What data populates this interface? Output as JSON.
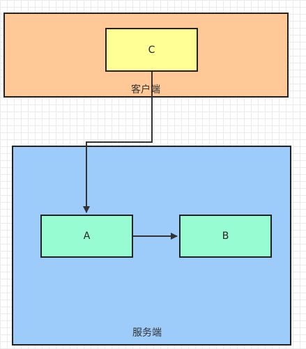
{
  "client": {
    "label": "客户端",
    "node_label": "C",
    "fill": "#ffc896",
    "node_fill": "#ffff96"
  },
  "server": {
    "label": "服务端",
    "fill": "#9dcbfa",
    "node_a_label": "A",
    "node_b_label": "B",
    "node_fill": "#98fcd2"
  },
  "edges": [
    {
      "from": "C",
      "to": "A"
    },
    {
      "from": "A",
      "to": "B"
    }
  ]
}
